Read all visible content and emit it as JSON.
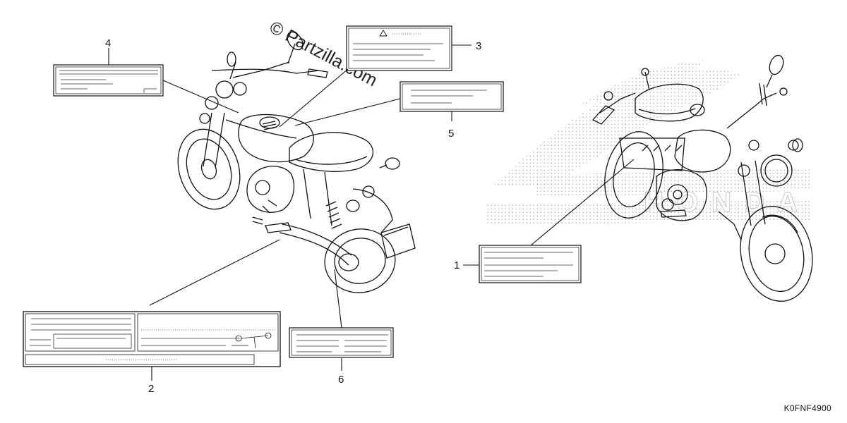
{
  "watermark": "© Partzilla.com",
  "diagram_code": "K0FNF4900",
  "callouts": {
    "c1": "1",
    "c2": "2",
    "c3": "3",
    "c4": "4",
    "c5": "5",
    "c6": "6"
  },
  "background_logo": "HONDA"
}
